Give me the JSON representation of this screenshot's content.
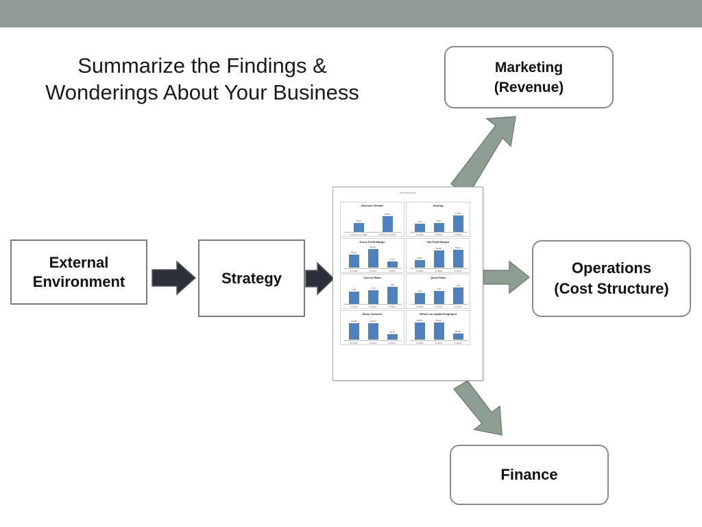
{
  "title": {
    "line1": "Summarize the Findings &",
    "line2": "Wonderings About Your Business"
  },
  "boxes": {
    "external": {
      "line1": "External",
      "line2": "Environment"
    },
    "strategy": {
      "label": "Strategy"
    },
    "marketing": {
      "line1": "Marketing",
      "line2": "(Revenue)"
    },
    "operations": {
      "line1": "Operations",
      "line2": "(Cost Structure)"
    },
    "finance": {
      "label": "Finance"
    }
  },
  "colors": {
    "top_bar": "#8f9c95",
    "dark_arrow": "#2d3038",
    "green_arrow": "#8d9e93",
    "bar": "#4f81bd"
  },
  "document": {
    "title": "Microsoft's Ratios",
    "panels": [
      {
        "title": "Revenue Growth",
        "bars": [
          {
            "value": 0.42,
            "label": "5.0%",
            "x": "FY2010 vs FY2009"
          },
          {
            "value": 0.73,
            "label": "11.9%",
            "x": "FY2011 vs FY2010"
          }
        ]
      },
      {
        "title": "Gearing",
        "bars": [
          {
            "value": 0.38,
            "label": "7.4%",
            "x": "FY2009"
          },
          {
            "value": 0.42,
            "label": "8.3%",
            "x": "FY2010"
          },
          {
            "value": 0.75,
            "label": "14.9%",
            "x": "FY2011"
          }
        ]
      },
      {
        "title": "Gross Profit Margin",
        "bars": [
          {
            "value": 0.62,
            "label": "79.1%",
            "x": "FY2009"
          },
          {
            "value": 0.85,
            "label": "80.2%",
            "x": "FY2010"
          },
          {
            "value": 0.3,
            "label": "77.7%",
            "x": "FY2011"
          }
        ]
      },
      {
        "title": "Net Profit Margin",
        "bars": [
          {
            "value": 0.35,
            "label": "24.9%",
            "x": "FY2009"
          },
          {
            "value": 0.8,
            "label": "30.0%",
            "x": "FY2010"
          },
          {
            "value": 0.82,
            "label": "33.1%",
            "x": "FY2011"
          }
        ]
      },
      {
        "title": "Current Ratio",
        "bars": [
          {
            "value": 0.55,
            "label": "1.82",
            "x": "FY2009"
          },
          {
            "value": 0.62,
            "label": "2.13",
            "x": "FY2010"
          },
          {
            "value": 0.78,
            "label": "2.60",
            "x": "FY2011"
          }
        ]
      },
      {
        "title": "Quick Ratio",
        "bars": [
          {
            "value": 0.5,
            "label": "1.66",
            "x": "FY2009"
          },
          {
            "value": 0.58,
            "label": "2.02",
            "x": "FY2010"
          },
          {
            "value": 0.75,
            "label": "2.50",
            "x": "FY2011"
          }
        ]
      },
      {
        "title": "Stock Turnover",
        "bars": [
          {
            "value": 0.78,
            "label": "24.98",
            "x": "FY2009"
          },
          {
            "value": 0.78,
            "label": "25.05",
            "x": "FY2010"
          },
          {
            "value": 0.28,
            "label": "14.73",
            "x": "FY2011"
          }
        ]
      },
      {
        "title": "Return on Capital Employed",
        "bars": [
          {
            "value": 0.8,
            "label": "38.8%",
            "x": "FY2009"
          },
          {
            "value": 0.8,
            "label": "45.1%",
            "x": "FY2010"
          },
          {
            "value": 0.3,
            "label": "38.4%",
            "x": "FY2011"
          }
        ]
      }
    ]
  }
}
